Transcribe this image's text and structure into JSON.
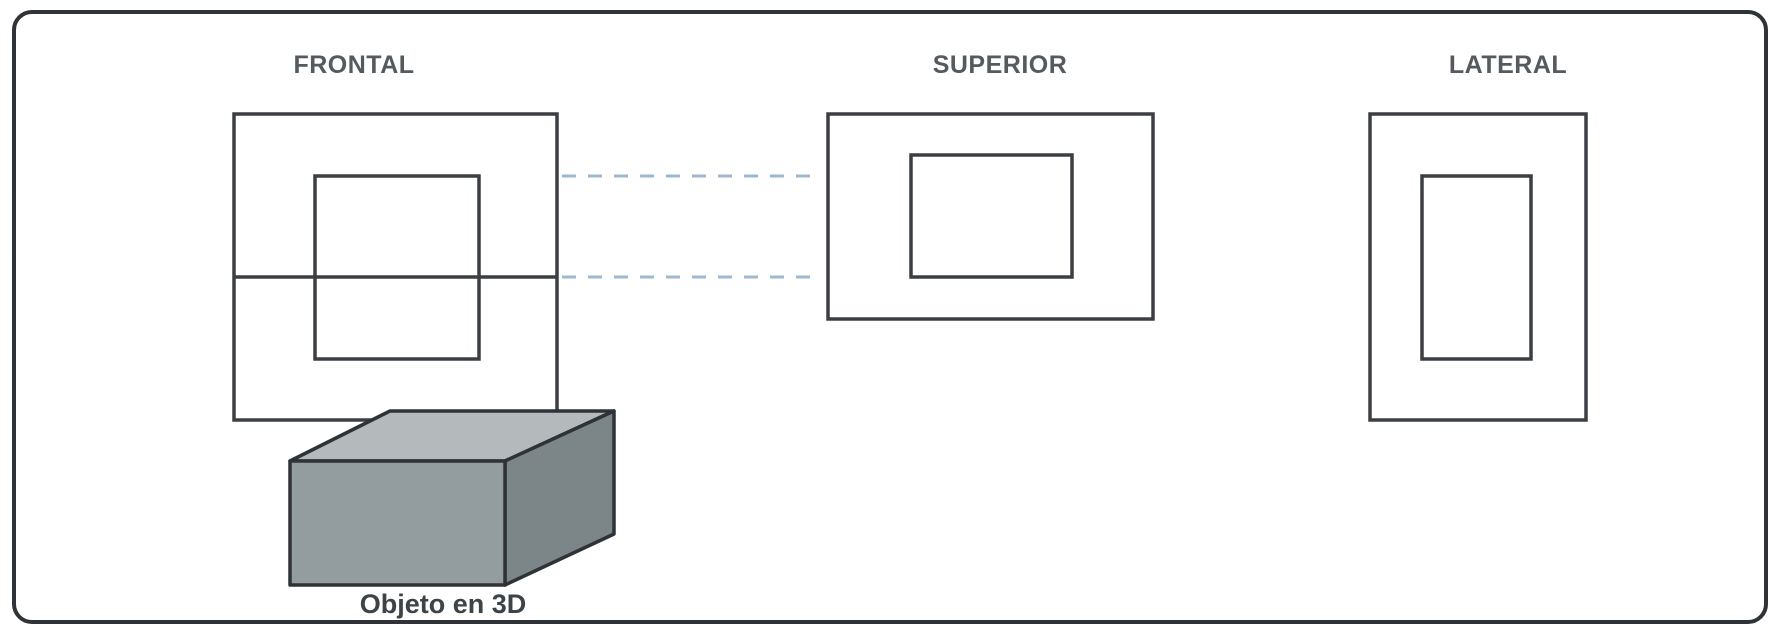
{
  "views": {
    "front": {
      "label": "FRONTAL"
    },
    "top": {
      "label": "SUPERIOR"
    },
    "side": {
      "label": "LATERAL"
    }
  },
  "object3d": {
    "caption": "Objeto en 3D"
  },
  "colors": {
    "frame": "#3b3f44",
    "projection_dash": "#9fb8d0",
    "top_inner_fill": "#eaebed",
    "cube_front": "#939c9e",
    "cube_top": "#b4babb",
    "cube_side": "#7c8587"
  }
}
